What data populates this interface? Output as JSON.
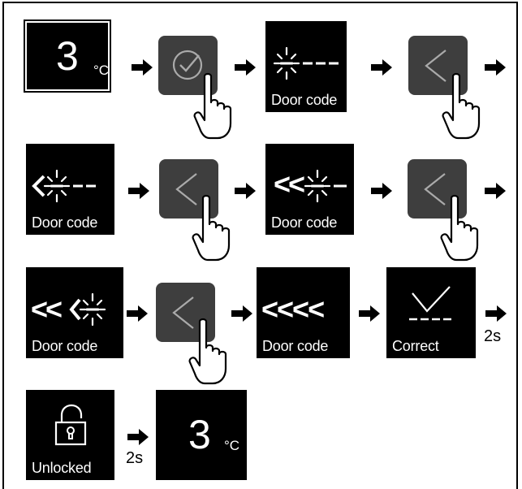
{
  "step1": {
    "temperature": "3",
    "unit": "°C"
  },
  "panels": {
    "door_code": "Door code",
    "correct": "Correct",
    "unlocked": "Unlocked"
  },
  "code_progress": {
    "row3_panel3": "<<<<",
    "row2_panel2": "<<",
    "row3_panel1": "<<"
  },
  "delays": {
    "after_correct": "2s",
    "after_unlocked": "2s"
  },
  "final": {
    "temperature": "3",
    "unit": "°C"
  },
  "icons": {
    "confirm": "check-circle-icon",
    "back": "chevron-left-icon",
    "hand": "pointing-hand-icon",
    "flash": "blinking-digit-icon",
    "checkmark": "checkmark-icon",
    "lock": "open-padlock-icon",
    "arrow": "right-arrow-icon"
  },
  "colors": {
    "panel": "#000000",
    "button": "#3e3e3e",
    "text": "#ffffff"
  }
}
